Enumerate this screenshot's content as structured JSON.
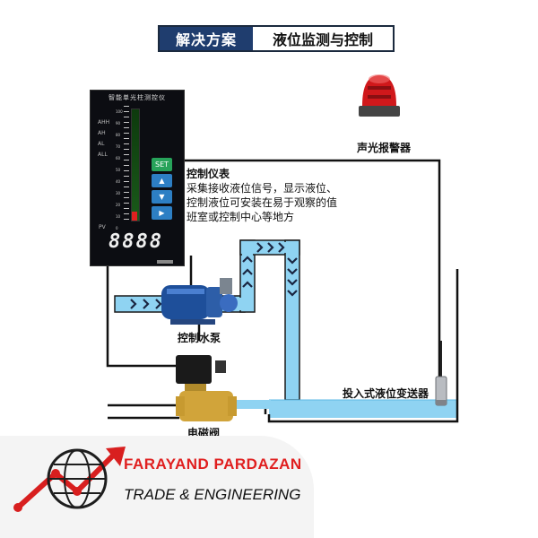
{
  "title": {
    "left": "解决方案",
    "right": "液位监测与控制"
  },
  "controller": {
    "name": "智能单光柱测控仪",
    "tags": [
      "AHH",
      "AH",
      "AL",
      "ALL"
    ],
    "scale": [
      "100",
      "90",
      "80",
      "70",
      "60",
      "50",
      "40",
      "30",
      "20",
      "10",
      "0"
    ],
    "pv_label": "PV",
    "pv_value": "8888",
    "buttons": {
      "set": "SET",
      "up": "▲",
      "down": "▼",
      "right": "▶"
    }
  },
  "labels": {
    "alarm": "声光报警器",
    "pump": "控制水泵",
    "valve": "电磁阀",
    "transmitter": "投入式液位变送器"
  },
  "description": {
    "heading": "控制仪表",
    "line1": "采集接收液位信号，显示液位、",
    "line2": "控制液位可安装在易于观察的值",
    "line3": "班室或控制中心等地方"
  },
  "logo": {
    "company": "FARAYAND PARDAZAN",
    "tagline": "TRADE & ENGINEERING"
  },
  "colors": {
    "water": "#8fd3f2",
    "water_border": "#5cb8e4",
    "title_bg": "#1f3d6e",
    "logo_red": "#e02020"
  }
}
